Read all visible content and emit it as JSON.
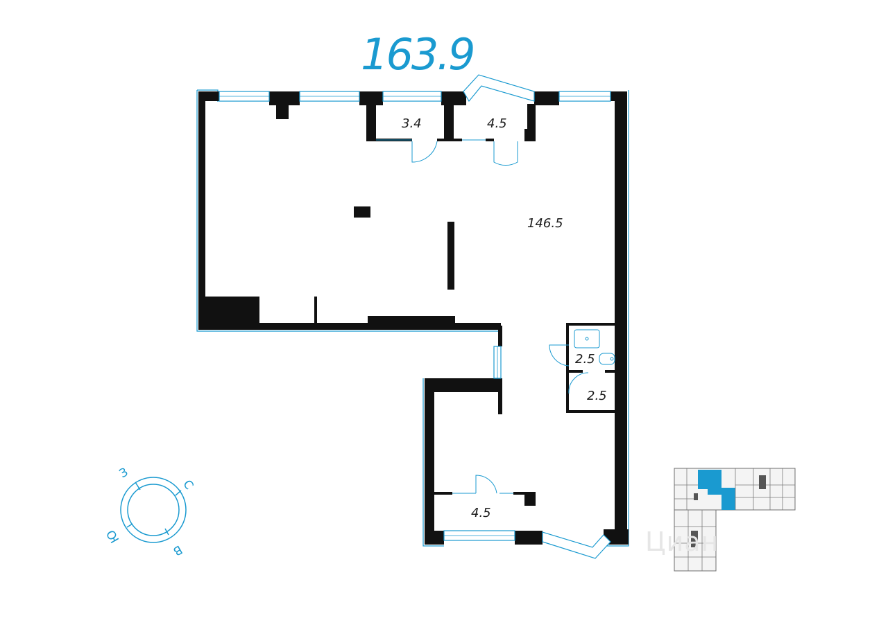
{
  "total_area": "163.9",
  "rooms": [
    {
      "id": "main",
      "area": "146.5"
    },
    {
      "id": "closet-1",
      "area": "3.4"
    },
    {
      "id": "closet-2",
      "area": "4.5"
    },
    {
      "id": "bathroom",
      "area": "2.5"
    },
    {
      "id": "storage",
      "area": "2.5"
    },
    {
      "id": "back-room",
      "area": "4.5"
    }
  ],
  "compass": {
    "west": "З",
    "north": "С",
    "south": "Ю",
    "east": "В"
  },
  "watermark": "Циан",
  "colors": {
    "accent": "#1a9ad0",
    "wall": "#111111",
    "highlight": "#1a9ad0"
  }
}
